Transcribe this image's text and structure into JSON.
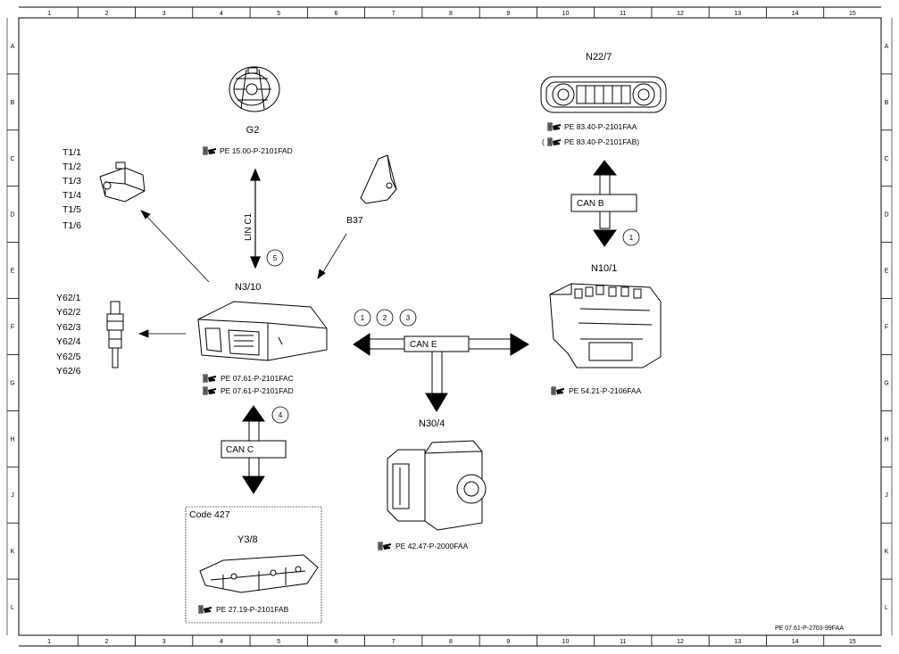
{
  "grid": {
    "columns": [
      "1",
      "2",
      "3",
      "4",
      "5",
      "6",
      "7",
      "8",
      "9",
      "10",
      "11",
      "12",
      "13",
      "14",
      "15"
    ],
    "rows": [
      "A",
      "B",
      "C",
      "D",
      "E",
      "F",
      "G",
      "H",
      "J",
      "K",
      "L"
    ]
  },
  "components": {
    "g2": {
      "label": "G2",
      "refs": [
        "PE 15.00-P-2101FAD"
      ]
    },
    "t1": {
      "labels": [
        "T1/1",
        "T1/2",
        "T1/3",
        "T1/4",
        "T1/5",
        "T1/6"
      ]
    },
    "b37": {
      "label": "B37"
    },
    "n3_10": {
      "label": "N3/10",
      "refs": [
        "PE 07.61-P-2101FAC",
        "PE 07.61-P-2101FAD"
      ]
    },
    "y62": {
      "labels": [
        "Y62/1",
        "Y62/2",
        "Y62/3",
        "Y62/4",
        "Y62/5",
        "Y62/6"
      ]
    },
    "n22_7": {
      "label": "N22/7",
      "refs": [
        "PE 83.40-P-2101FAA",
        "PE 83.40-P-2101FAB)"
      ],
      "ref_prefix": "("
    },
    "n10_1": {
      "label": "N10/1",
      "refs": [
        "PE 54.21-P-2106FAA"
      ]
    },
    "n30_4": {
      "label": "N30/4",
      "refs": [
        "PE 42.47-P-2000FAA"
      ]
    },
    "y3_8": {
      "label": "Y3/8",
      "code": "Code 427",
      "refs": [
        "PE 27.19-P-2101FAB"
      ]
    }
  },
  "buses": {
    "lin": "LIN C1",
    "can_b": "CAN B",
    "can_c": "CAN C",
    "can_e": "CAN E"
  },
  "markers": {
    "can_e": [
      "1",
      "2",
      "3"
    ],
    "can_b": "1",
    "can_c": "4",
    "lin": "5"
  },
  "footer_ref": "PE 07.61-P-2703-99FAA",
  "ref_icon": "hand-pointer-book-icon"
}
